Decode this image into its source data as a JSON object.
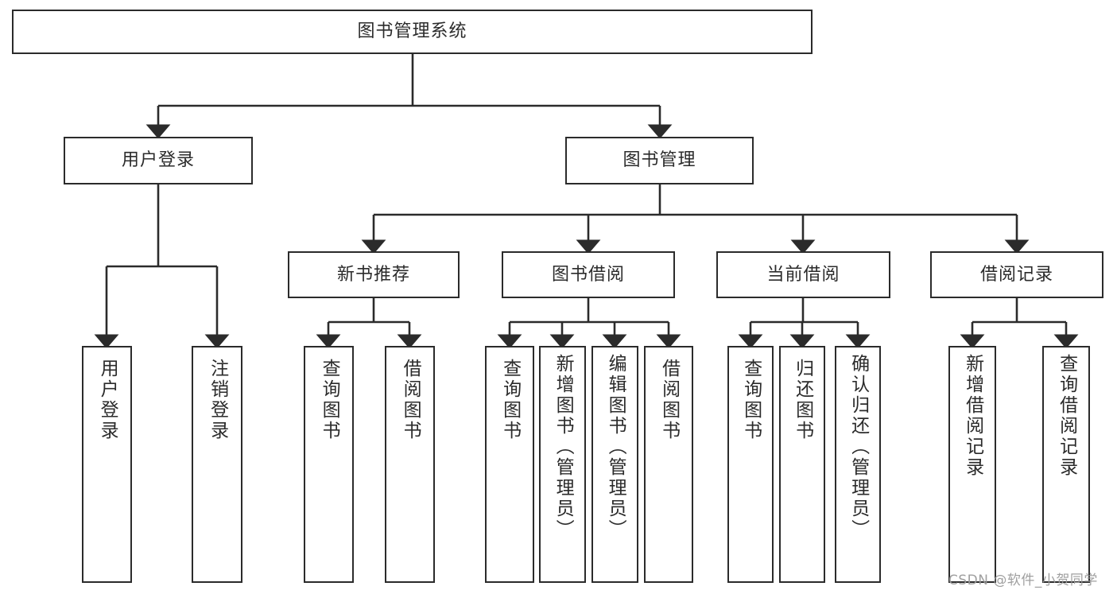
{
  "diagram": {
    "title": "图书管理系统",
    "type": "tree",
    "root": {
      "label": "图书管理系统"
    },
    "level2": [
      {
        "label": "用户登录"
      },
      {
        "label": "图书管理"
      }
    ],
    "level3": [
      {
        "label": "新书推荐"
      },
      {
        "label": "图书借阅"
      },
      {
        "label": "当前借阅"
      },
      {
        "label": "借阅记录"
      }
    ],
    "leaves": {
      "user_login": [
        {
          "label": "用户登录"
        },
        {
          "label": "注销登录"
        }
      ],
      "new_book_recommend": [
        {
          "label": "查询图书"
        },
        {
          "label": "借阅图书"
        }
      ],
      "book_borrow": [
        {
          "label": "查询图书"
        },
        {
          "label": "新增图书（管理员）"
        },
        {
          "label": "编辑图书（管理员）"
        },
        {
          "label": "借阅图书"
        }
      ],
      "current_borrow": [
        {
          "label": "查询图书"
        },
        {
          "label": "归还图书"
        },
        {
          "label": "确认归还（管理员）"
        }
      ],
      "borrow_record": [
        {
          "label": "新增借阅记录"
        },
        {
          "label": "查询借阅记录"
        }
      ]
    }
  },
  "watermark": {
    "text": "CSDN @软件_小贺同学"
  },
  "colors": {
    "stroke": "#2b2b2b",
    "background": "#ffffff",
    "watermark": "#9a9a9a"
  }
}
